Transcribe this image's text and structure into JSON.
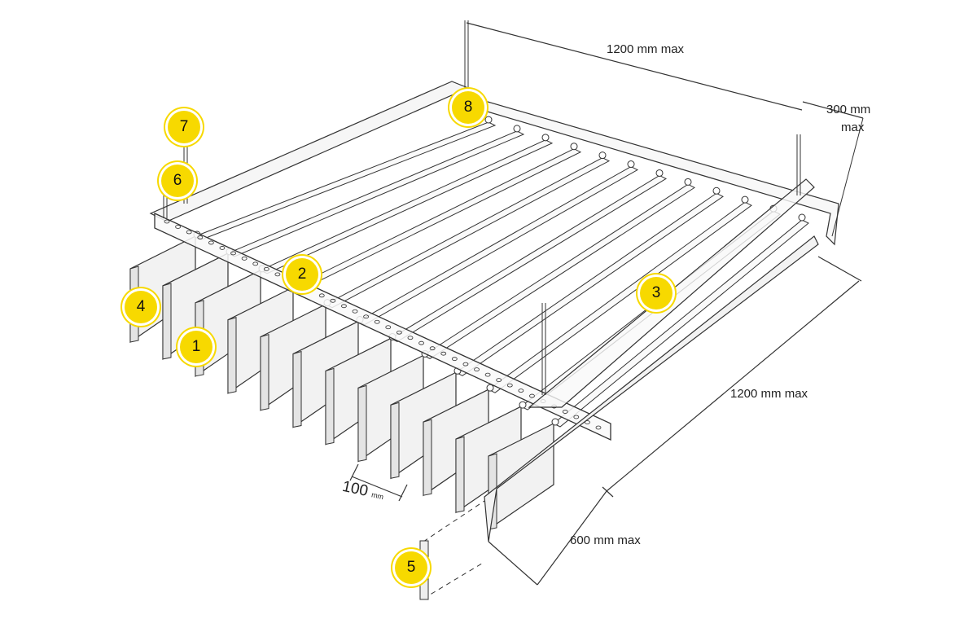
{
  "dimensions": {
    "top_width": "1200 mm max",
    "hanger_offset_line1": "300 mm",
    "hanger_offset_line2": "max",
    "side_length": "1200 mm max",
    "carrier_spacing": "600 mm max",
    "slat_pitch": "100",
    "slat_pitch_unit": "mm"
  },
  "callouts": [
    "1",
    "2",
    "3",
    "4",
    "5",
    "6",
    "7",
    "8"
  ],
  "colors": {
    "callout": "#f7d900",
    "line": "#333333"
  }
}
